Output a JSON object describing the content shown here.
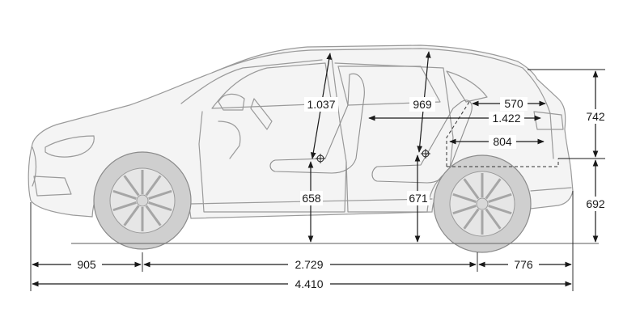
{
  "dimensions": {
    "overall_length": "4.410",
    "front_overhang": "905",
    "wheelbase": "2.729",
    "rear_overhang": "776",
    "front_headroom": "1.037",
    "rear_headroom": "969",
    "front_seat_height": "658",
    "rear_seat_height": "671",
    "load_length_top": "570",
    "load_length_max": "1.422",
    "load_length_floor": "804",
    "rear_upper_height": "742",
    "rear_lower_height": "692"
  }
}
